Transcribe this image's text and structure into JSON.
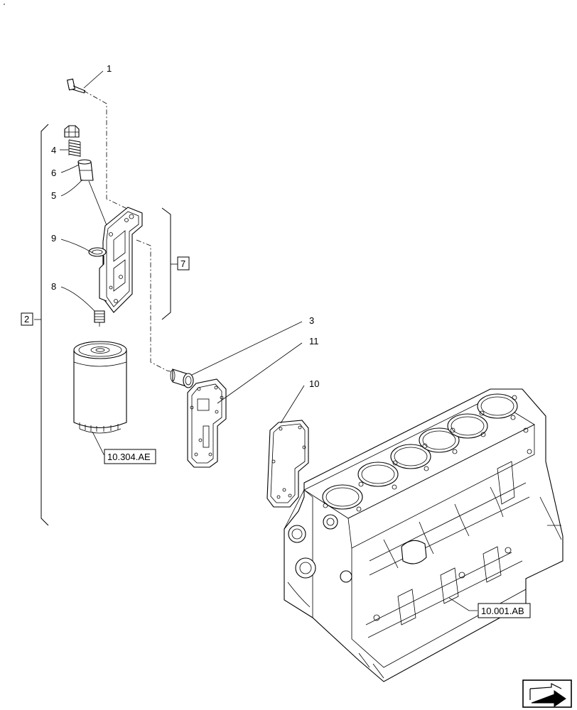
{
  "callouts": {
    "c1": "1",
    "c2": "2",
    "c3": "3",
    "c4": "4",
    "c5": "5",
    "c6": "6",
    "c7": "7",
    "c8": "8",
    "c9": "9",
    "c10": "10",
    "c11": "11"
  },
  "references": {
    "filter_ref": "10.304.AE",
    "block_ref": "10.001.AB"
  },
  "icons": {
    "navigation": "next-page-arrow-icon"
  }
}
